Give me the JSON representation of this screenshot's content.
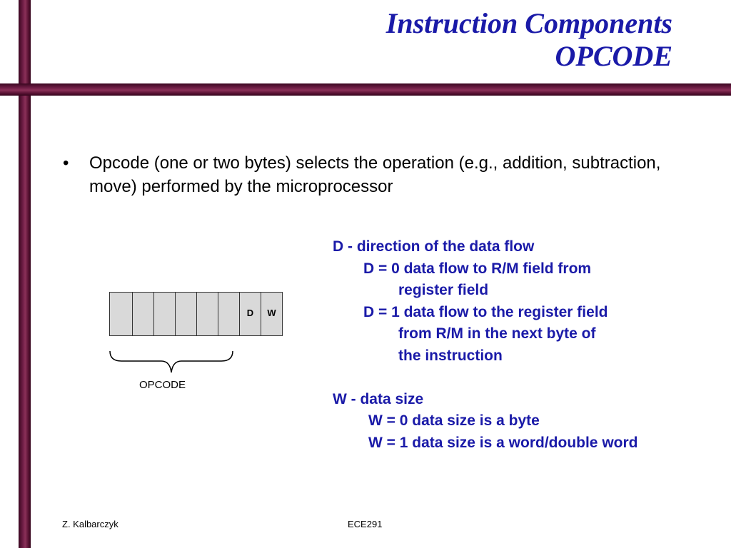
{
  "slide": {
    "title_line1": "Instruction Components",
    "title_line2": "OPCODE",
    "bullet_symbol": "•",
    "bullet_text": "Opcode (one or two bytes) selects the operation (e.g., addition, subtraction, move) performed by the microprocessor"
  },
  "diagram": {
    "cells": [
      "",
      "",
      "",
      "",
      "",
      "",
      "D",
      "W"
    ],
    "brace_label": "OPCODE"
  },
  "description": {
    "d_heading": "D - direction of the data flow",
    "d0_line1": "D = 0 data flow to R/M field from",
    "d0_line2": "register field",
    "d1_line1": "D = 1 data flow to the register field",
    "d1_line2": "from R/M in the next byte of",
    "d1_line3": "the instruction",
    "w_heading": "W - data size",
    "w0": "W = 0 data size is a byte",
    "w1": "W = 1 data size is a word/double word"
  },
  "footer": {
    "author": "Z. Kalbarczyk",
    "course": "ECE291"
  },
  "colors": {
    "accent_bar": "#6e1d45",
    "title_text": "#1a1aa8",
    "description_text": "#1a1aa8"
  }
}
